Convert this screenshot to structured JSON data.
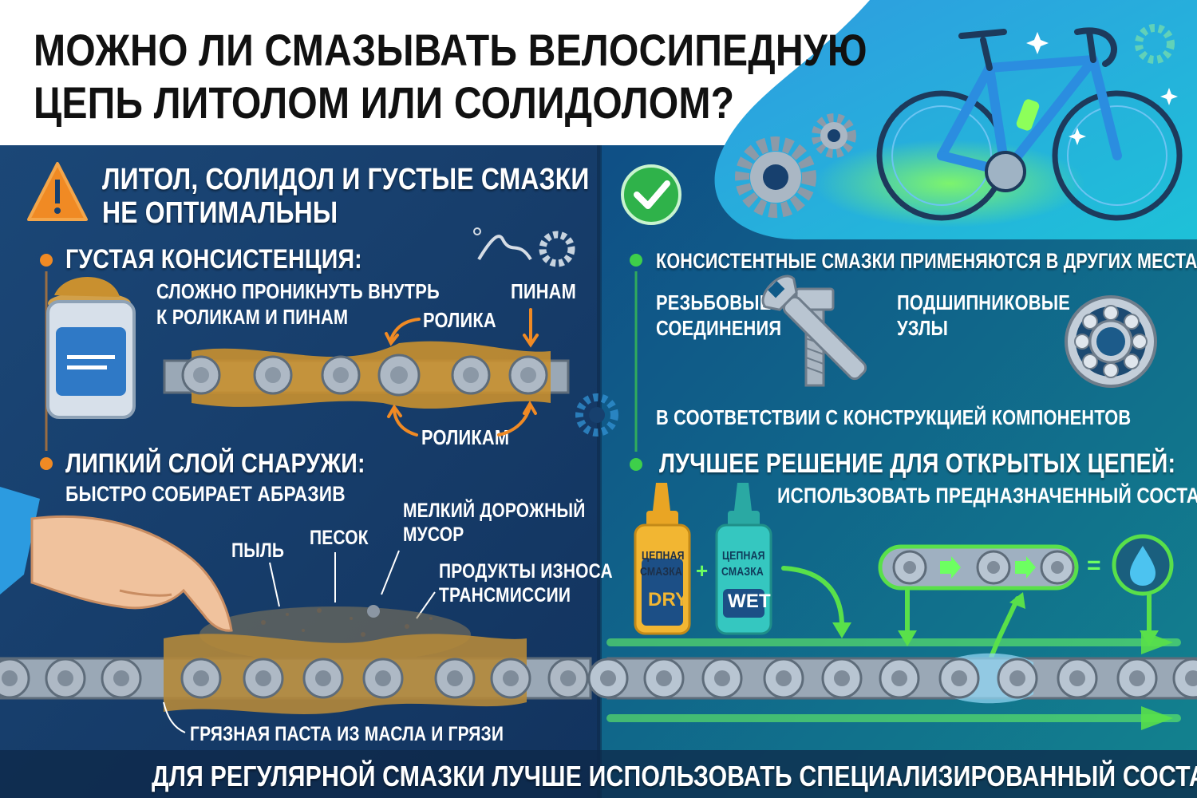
{
  "title": {
    "line1": "МОЖНО ЛИ СМАЗЫВАТЬ ВЕЛОСИПЕДНУЮ",
    "line2": "ЦЕПЬ ЛИТОЛОМ ИЛИ СОЛИДОЛОМ?"
  },
  "left": {
    "heading_line1": "ЛИТОЛ, СОЛИДОЛ И ГУСТЫЕ СМАЗКИ",
    "heading_line2": "НЕ ОПТИМАЛЬНЫ",
    "point1_title": "ГУСТАЯ КОНСИСТЕНЦИЯ:",
    "point1_line1": "СЛОЖНО ПРОНИКНУТЬ ВНУТРЬ",
    "point1_line2": "К РОЛИКАМ И ПИНАМ",
    "label_pinam": "ПИНАМ",
    "label_rolika": "РОЛИКА",
    "label_rolikam": "РОЛИКАМ",
    "point2_title": "ЛИПКИЙ СЛОЙ СНАРУЖИ:",
    "point2_line1": "БЫСТРО СОБИРАЕТ АБРАЗИВ",
    "label_dust": "ПЫЛЬ",
    "label_sand": "ПЕСОК",
    "label_debris_line1": "МЕЛКИЙ ДОРОЖНЫЙ",
    "label_debris_line2": "МУСОР",
    "label_wear_line1": "ПРОДУКТЫ ИЗНОСА",
    "label_wear_line2": "ТРАНСМИССИИ",
    "label_paste": "ГРЯЗНАЯ ПАСТА ИЗ МАСЛА И ГРЯЗИ"
  },
  "right": {
    "point1_title": "КОНСИСТЕНТНЫЕ СМАЗКИ ПРИМЕНЯЮТСЯ В ДРУГИХ МЕСТАХ:",
    "threaded_line1": "РЕЗЬБОВЫЕ",
    "threaded_line2": "СОЕДИНЕНИЯ",
    "bearing_line1": "ПОДШИПНИКОВЫЕ",
    "bearing_line2": "УЗЛЫ",
    "design_note": "В СООТВЕТСТВИИ С КОНСТРУКЦИЕЙ КОМПОНЕНТОВ",
    "point2_title": "ЛУЧШЕЕ РЕШЕНИЕ ДЛЯ ОТКРЫТЫХ ЦЕПЕЙ:",
    "point2_line1": "ИСПОЛЬЗОВАТЬ ПРЕДНАЗНАЧЕННЫЙ СОСТАВ",
    "bottle1_line1": "ЦЕПНАЯ",
    "bottle1_line2": "СМАЗКА",
    "bottle1_type": "DRY",
    "bottle2_line1": "ЦЕПНАЯ",
    "bottle2_line2": "СМАЗКА",
    "bottle2_type": "WET",
    "plus": "+",
    "equals": "="
  },
  "footer": "ДЛЯ РЕГУЛЯРНОЙ СМАЗКИ ЛУЧШЕ ИСПОЛЬЗОВАТЬ СПЕЦИАЛИЗИРОВАННЫЙ СОСТАВ",
  "colors": {
    "left_bg": "#17406e",
    "right_bg": "#0f6a8f",
    "warning": "#f08a24",
    "success": "#3ecf4a",
    "grease": "#c9902f",
    "dry_bottle": "#f2b632",
    "wet_bottle": "#35c7c0"
  },
  "icons": [
    "warning-icon",
    "check-icon",
    "grease-jar-icon",
    "bolt-icon",
    "wrench-icon",
    "bearing-icon",
    "gear-icon",
    "water-drop-icon",
    "bicycle-icon",
    "hand-icon"
  ]
}
